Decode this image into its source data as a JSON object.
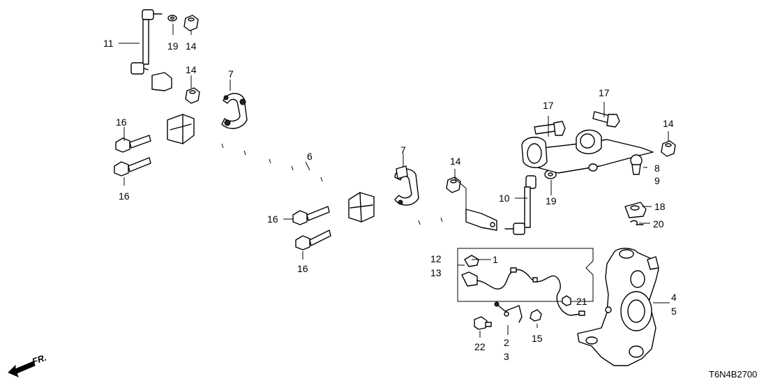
{
  "diagram": {
    "code": "T6N4B2700",
    "direction_label": "FR.",
    "callouts": {
      "c1": "1",
      "c2": "2",
      "c3": "3",
      "c4": "4",
      "c5": "5",
      "c6": "6",
      "c7a": "7",
      "c7b": "7",
      "c8": "8",
      "c9": "9",
      "c10": "10",
      "c11": "11",
      "c12": "12",
      "c13": "13",
      "c14a": "14",
      "c14b": "14",
      "c14c": "14",
      "c14d": "14",
      "c15": "15",
      "c16a": "16",
      "c16b": "16",
      "c16c": "16",
      "c16d": "16",
      "c17a": "17",
      "c17b": "17",
      "c18": "18",
      "c19a": "19",
      "c19b": "19",
      "c20": "20",
      "c21": "21",
      "c22": "22"
    }
  }
}
